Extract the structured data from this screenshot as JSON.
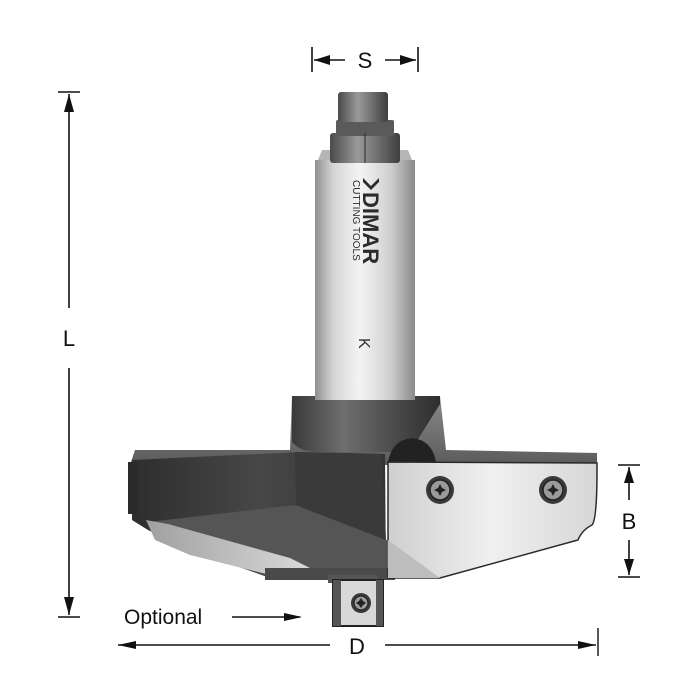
{
  "dimensions": {
    "shank": "S",
    "length": "L",
    "height": "B",
    "diameter": "D"
  },
  "annotation": {
    "optional": "Optional"
  },
  "shank_marking": {
    "brand": "DIMAR",
    "subtitle": "CUTTING TOOLS",
    "code": "K"
  },
  "colors": {
    "line": "#111111",
    "body_dark": "#3c3c3c",
    "body_mid": "#7d7d7d",
    "shank_light": "#e8e8e8",
    "insert_light": "#e2e2e2"
  }
}
